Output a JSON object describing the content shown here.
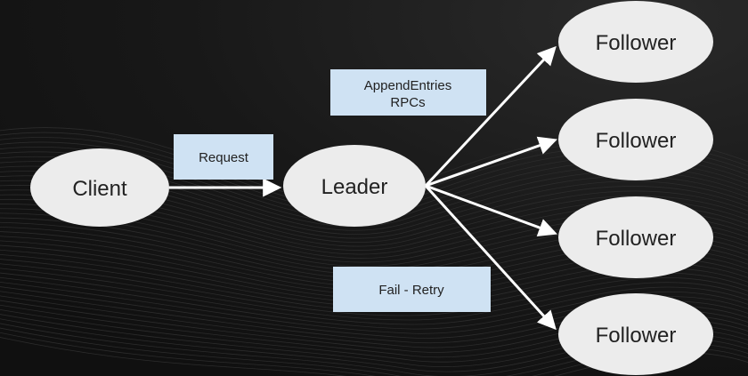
{
  "colors": {
    "background": "#161616",
    "node_fill": "#ececec",
    "node_text": "#222222",
    "label_fill": "#cfe2f3",
    "label_text": "#222222",
    "arrow": "#ffffff"
  },
  "nodes": {
    "client": "Client",
    "leader": "Leader",
    "followers": [
      "Follower",
      "Follower",
      "Follower",
      "Follower"
    ]
  },
  "labels": {
    "request": "Request",
    "append_line1": "AppendEntries",
    "append_line2": "RPCs",
    "fail_retry": "Fail - Retry"
  }
}
